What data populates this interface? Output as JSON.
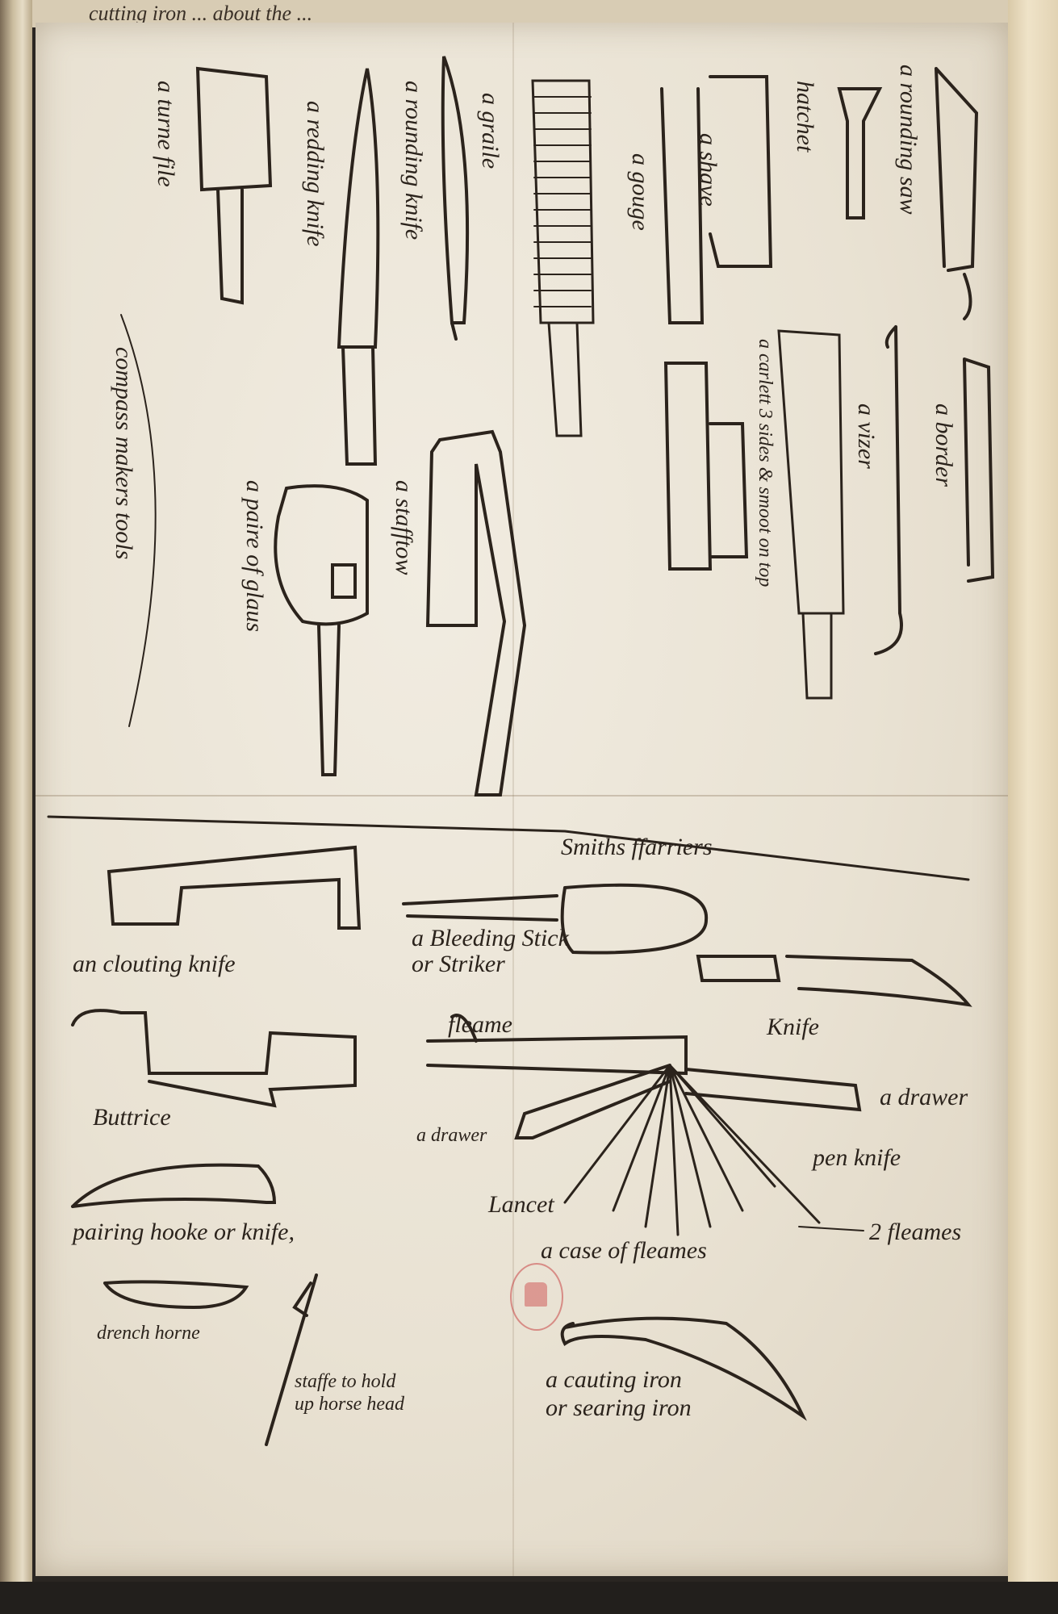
{
  "header_text": "cutting iron ... about the ...",
  "upper_labels": {
    "rounding_saw": "a rounding saw",
    "hatchet": "hatchet",
    "shave": "a shave",
    "gouge": "a gouge",
    "graile": "a graile",
    "rounding_knife": "a rounding knife",
    "redding_knife": "a redding knife",
    "turne_file": "a turne file",
    "border": "a border",
    "vizer": "a vizer",
    "carlett": "a carlett 3 sides & smoot on top",
    "stafftow": "a stafftow",
    "paire_of_glaus": "a paire of glaus",
    "compass_makers_tools": "compass makers tools"
  },
  "lower_labels": {
    "section_title": "Smiths ffarriers",
    "bleeding_stick": "a Bleeding Stick",
    "striker": "or Striker",
    "clouting_knife": "an clouting knife",
    "knife": "Knife",
    "fleame": "fleame",
    "drawer_right": "a drawer",
    "buttrice": "Buttrice",
    "drawer_left": "a drawer",
    "pen_knife": "pen knife",
    "lancet": "Lancet",
    "two_fleames": "2 fleames",
    "pairing_hooke": "pairing hooke or knife,",
    "case_of_fleames": "a case of fleames",
    "drench_horne": "drench horne",
    "staffe_line1": "staffe to hold",
    "staffe_line2": "up horse head",
    "cauting_iron_line1": "a cauting iron",
    "cauting_iron_line2": "or searing iron"
  },
  "colors": {
    "ink": "#2b231c",
    "paper": "#ebe4d5",
    "stamp": "#c84646"
  }
}
